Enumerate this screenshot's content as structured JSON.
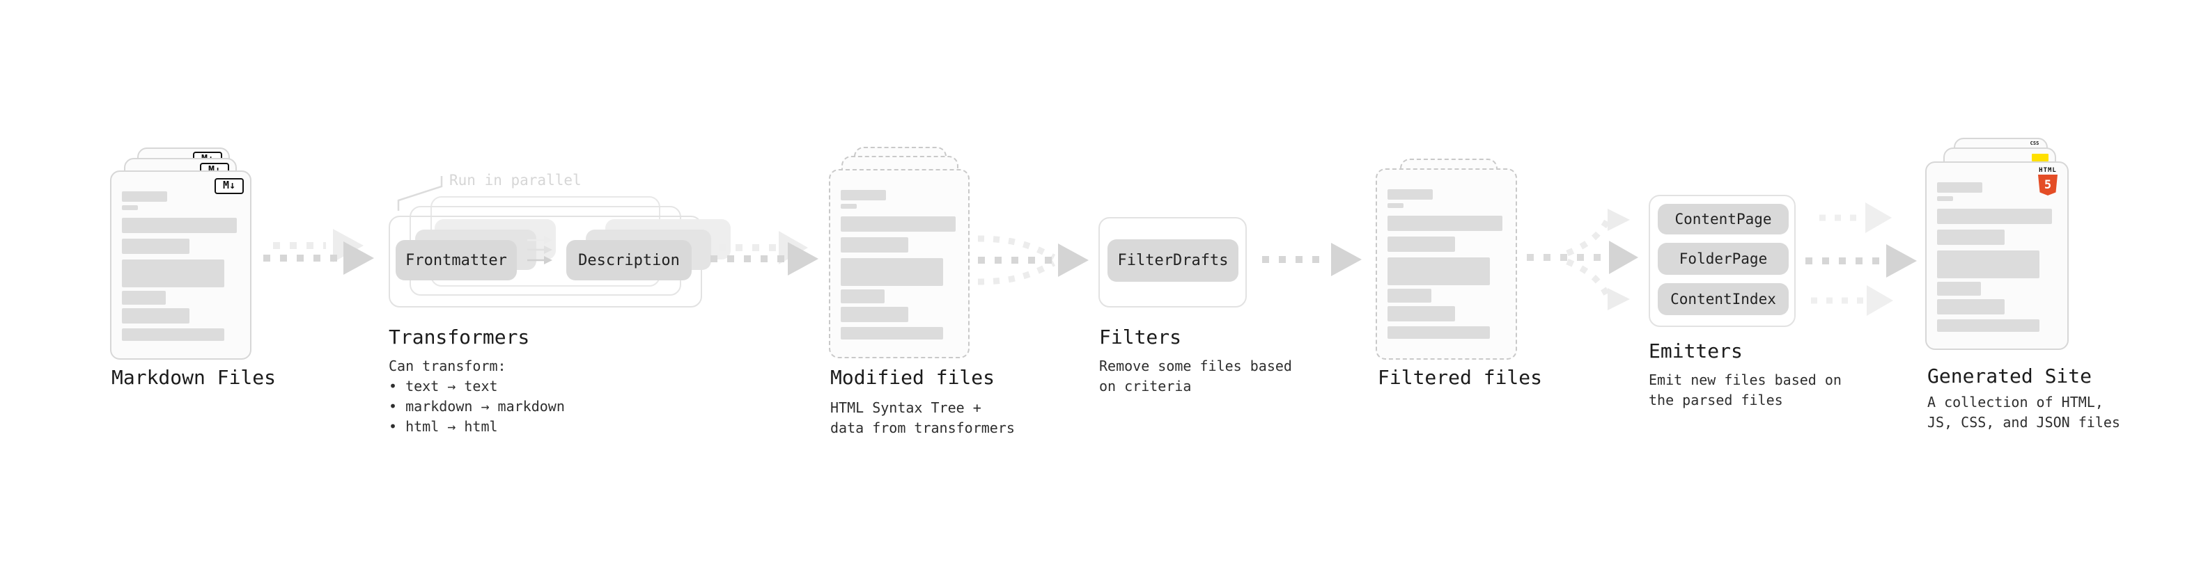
{
  "stages": {
    "markdown_files": {
      "label": "Markdown Files",
      "badge": "M↓"
    },
    "transformers": {
      "label": "Transformers",
      "annotation": "Run in parallel",
      "nodes": {
        "input": "Frontmatter",
        "output": "Description"
      },
      "description": "Can transform:\n • text → text\n • markdown → markdown\n • html → html"
    },
    "modified_files": {
      "label": "Modified files",
      "description": "HTML Syntax Tree +\ndata from transformers"
    },
    "filters": {
      "label": "Filters",
      "node": "FilterDrafts",
      "description": "Remove some files based\non criteria"
    },
    "filtered_files": {
      "label": "Filtered files"
    },
    "emitters": {
      "label": "Emitters",
      "nodes": [
        "ContentPage",
        "FolderPage",
        "ContentIndex"
      ],
      "description": "Emit new files based on\nthe parsed files"
    },
    "generated_site": {
      "label": "Generated Site",
      "description": "A collection of HTML,\nJS, CSS, and JSON files",
      "file_badges": {
        "css": "CSS",
        "html_logo": "HTML",
        "html_number": "5"
      }
    }
  },
  "colors": {
    "html5_orange": "#e44d26",
    "css_blue": "#2965f1",
    "js_yellow": "#ffe000",
    "node_fill": "#d9d9d9",
    "arrow": "#d4d4d4",
    "arrow_faded": "#ededed"
  }
}
